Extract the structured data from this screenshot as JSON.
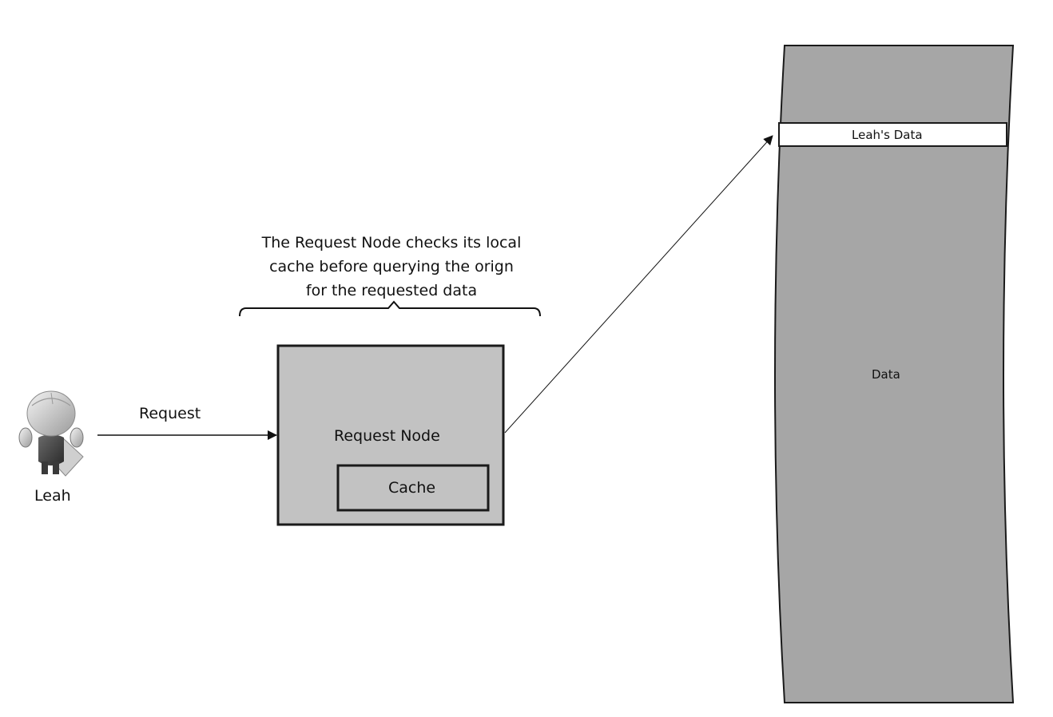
{
  "caption": "The Request Node checks its local\ncache before querying the orign\nfor the requested data",
  "user": {
    "name": "Leah",
    "request_label": "Request"
  },
  "request_node": {
    "title": "Request Node",
    "cache_label": "Cache"
  },
  "data_store": {
    "record_label": "Leah's Data",
    "body_label": "Data"
  },
  "colors": {
    "box_fill": "#c2c2c2",
    "store_fill": "#a6a6a6",
    "stroke": "#1a1a1a"
  }
}
